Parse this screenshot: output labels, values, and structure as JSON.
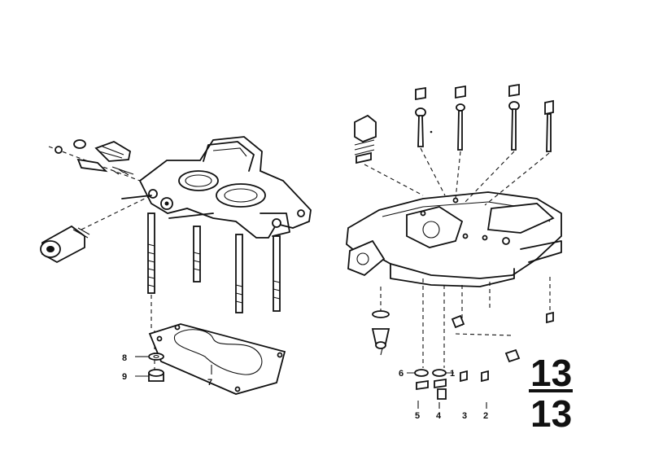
{
  "callouts": {
    "c1": "1",
    "c2": "2",
    "c3": "3",
    "c4": "4",
    "c5": "5",
    "c6": "6",
    "c7": "7",
    "c8": "8",
    "c9": "9"
  },
  "group_number": {
    "top": "13",
    "bottom": "13"
  }
}
